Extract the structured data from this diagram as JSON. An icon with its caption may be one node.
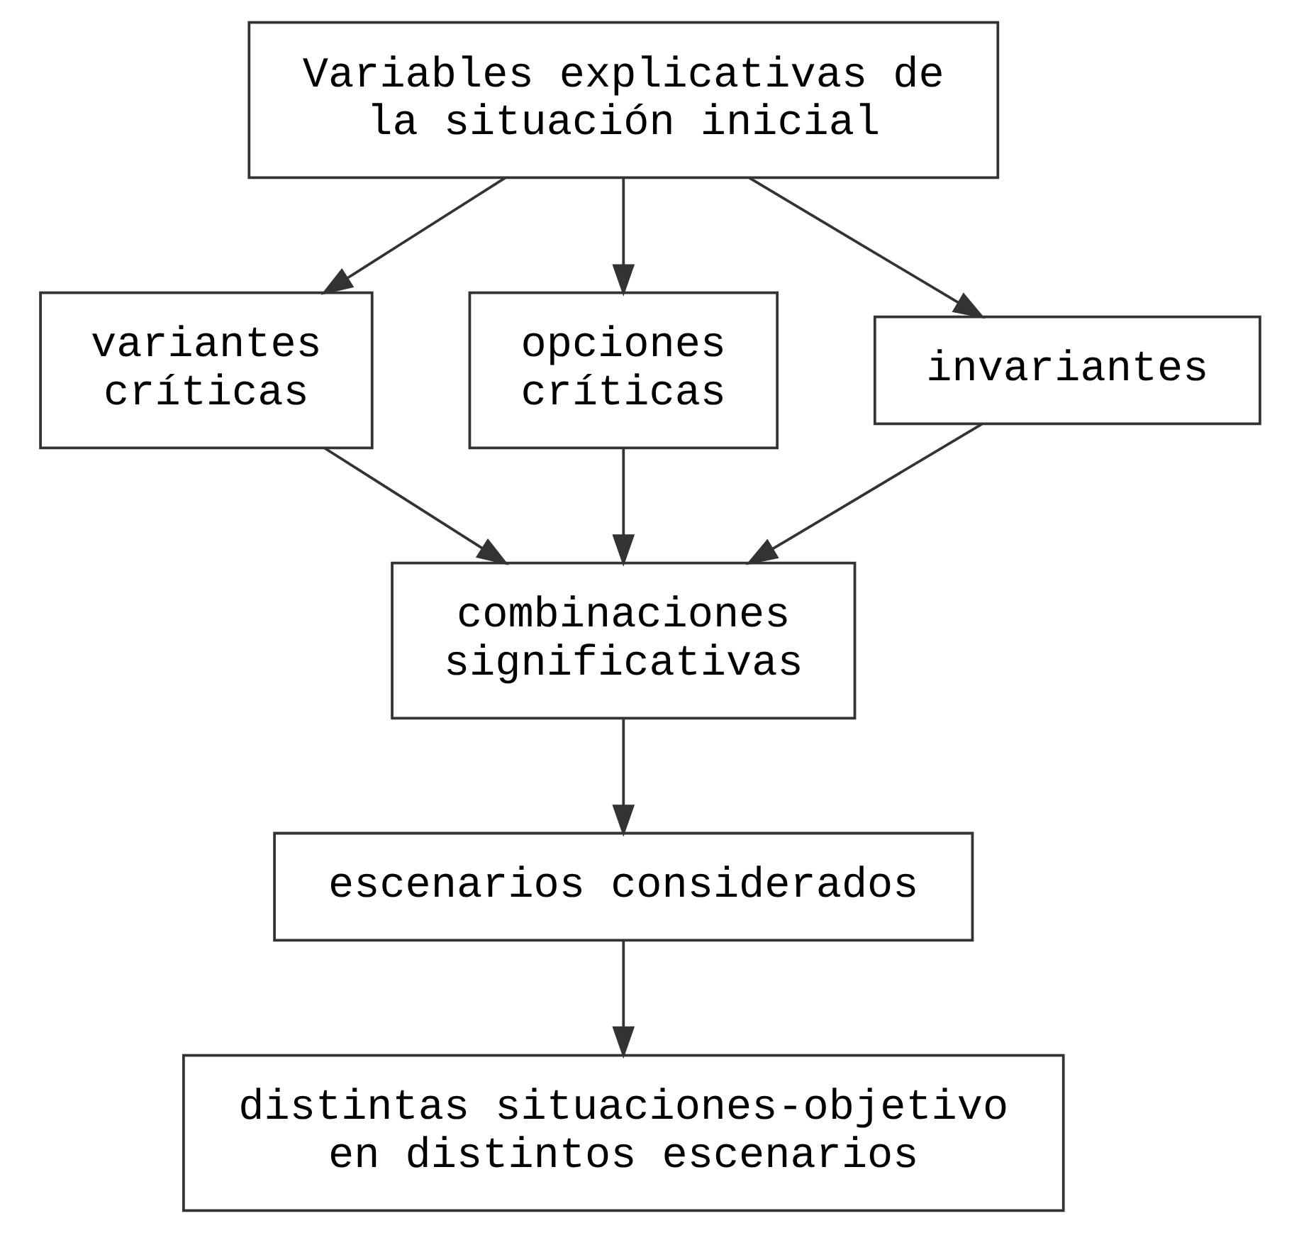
{
  "diagram": {
    "nodes": [
      {
        "text": [
          "Variables explicativas de la situación inicial"
        ]
      },
      {
        "text": [
          "variantes críticas"
        ]
      },
      {
        "text": [
          "opciones críticas"
        ]
      },
      {
        "text": [
          "invariantes"
        ]
      },
      {
        "text": [
          "combinaciones significativas"
        ]
      },
      {
        "text": [
          "escenarios considerados"
        ]
      },
      {
        "text": [
          "distintas situaciones-objetivo en distintos escenarios"
        ]
      }
    ],
    "edges": [
      {
        "from": 0,
        "to": 1,
        "arrow": "to"
      },
      {
        "from": 0,
        "to": 2,
        "arrow": "to"
      },
      {
        "from": 0,
        "to": 3,
        "arrow": "to"
      },
      {
        "from": 1,
        "to": 4,
        "arrow": "to"
      },
      {
        "from": 2,
        "to": 4,
        "arrow": "to"
      },
      {
        "from": 3,
        "to": 4,
        "arrow": "to"
      },
      {
        "from": 4,
        "to": 5,
        "arrow": "to"
      },
      {
        "from": 5,
        "to": 6,
        "arrow": "to"
      }
    ]
  }
}
